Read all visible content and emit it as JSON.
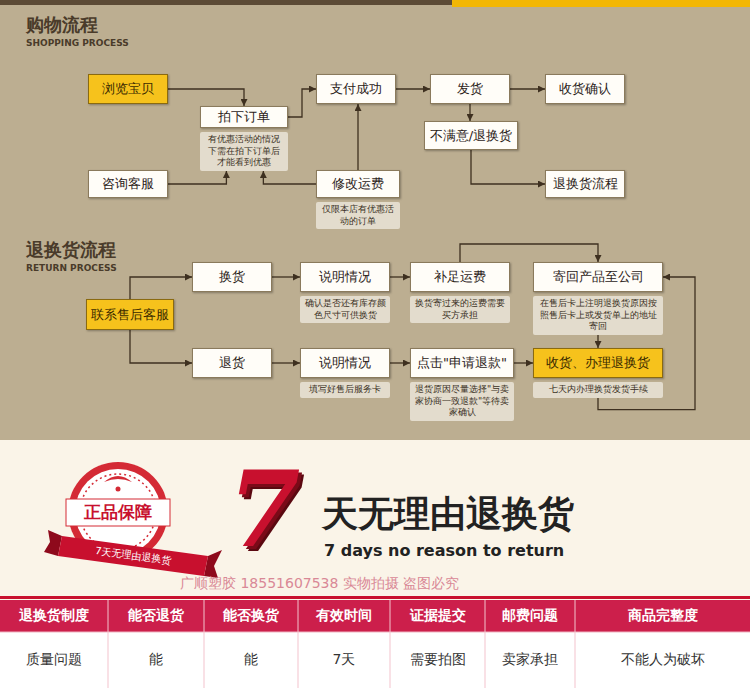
{
  "diagram": {
    "nodes": [
      {
        "text": [
          "浏览宝贝"
        ]
      },
      {
        "text": [
          "拍下订单",
          "有优惠活动的情况下需在拍下订单后才能看到优惠"
        ]
      },
      {
        "text": [
          "咨询客服"
        ]
      },
      {
        "text": [
          "支付成功"
        ]
      },
      {
        "text": [
          "修改运费",
          "仅限本店有优惠活动的订单"
        ]
      },
      {
        "text": [
          "发货"
        ]
      },
      {
        "text": [
          "收货确认"
        ]
      },
      {
        "text": [
          "不满意/退换货"
        ]
      },
      {
        "text": [
          "退换货流程"
        ]
      },
      {
        "text": [
          "联系售后客服"
        ]
      },
      {
        "text": [
          "换货"
        ]
      },
      {
        "text": [
          "说明情况",
          "确认是否还有库存颜色尺寸可供换货"
        ]
      },
      {
        "text": [
          "补足运费",
          "换货寄过来的运费需要买方承担"
        ]
      },
      {
        "text": [
          "寄回产品至公司",
          "在售后卡上注明退换货原因按照售后卡上或发货单上的地址寄回"
        ]
      },
      {
        "text": [
          "退货"
        ]
      },
      {
        "text": [
          "说明情况",
          "填写好售后服务卡"
        ]
      },
      {
        "text": [
          "点击\"申请退款\"",
          "退货原因尽量选择\"与卖家协商一致退款\"等待卖家确认"
        ]
      },
      {
        "text": [
          "收货、办理退换货",
          "七天内办理换货发货手续"
        ]
      }
    ],
    "edges": [
      {
        "from": 0,
        "to": 1,
        "arrow": "to"
      },
      {
        "from": 2,
        "to": 1,
        "arrow": "to"
      },
      {
        "from": 1,
        "to": 3,
        "arrow": "to"
      },
      {
        "from": 4,
        "to": 1,
        "arrow": "to"
      },
      {
        "from": 4,
        "to": 3,
        "arrow": "to"
      },
      {
        "from": 3,
        "to": 5,
        "arrow": "to"
      },
      {
        "from": 5,
        "to": 6,
        "arrow": "to"
      },
      {
        "from": 5,
        "to": 7,
        "arrow": "to"
      },
      {
        "from": 7,
        "to": 8,
        "arrow": "to"
      },
      {
        "from": 9,
        "to": 10,
        "arrow": "to"
      },
      {
        "from": 9,
        "to": 14,
        "arrow": "to"
      },
      {
        "from": 10,
        "to": 11,
        "arrow": "to"
      },
      {
        "from": 11,
        "to": 12,
        "arrow": "to"
      },
      {
        "from": 12,
        "to": 13,
        "arrow": "to"
      },
      {
        "from": 14,
        "to": 15,
        "arrow": "to"
      },
      {
        "from": 15,
        "to": 16,
        "arrow": "to"
      },
      {
        "from": 16,
        "to": 17,
        "arrow": "to"
      },
      {
        "from": 13,
        "to": 17,
        "arrow": "to"
      },
      {
        "from": 17,
        "to": 13,
        "arrow": "to"
      }
    ],
    "labels": [
      "购物流程",
      "SHOPPING PROCESS",
      "退换货流程",
      "RETURN PROCESS",
      "正品保障",
      "7天无理由退换货",
      "7",
      "天无理由退换货",
      "7 days no reason to return",
      "广顺塑胶 18551607538 实物拍摄 盗图必究",
      "退换货制度",
      "能否退货",
      "能否换货",
      "有效时间",
      "证据提交",
      "邮费问题",
      "商品完整度",
      "质量问题",
      "能",
      "能",
      "7天",
      "需要拍图",
      "卖家承担",
      "不能人为破坏"
    ]
  }
}
